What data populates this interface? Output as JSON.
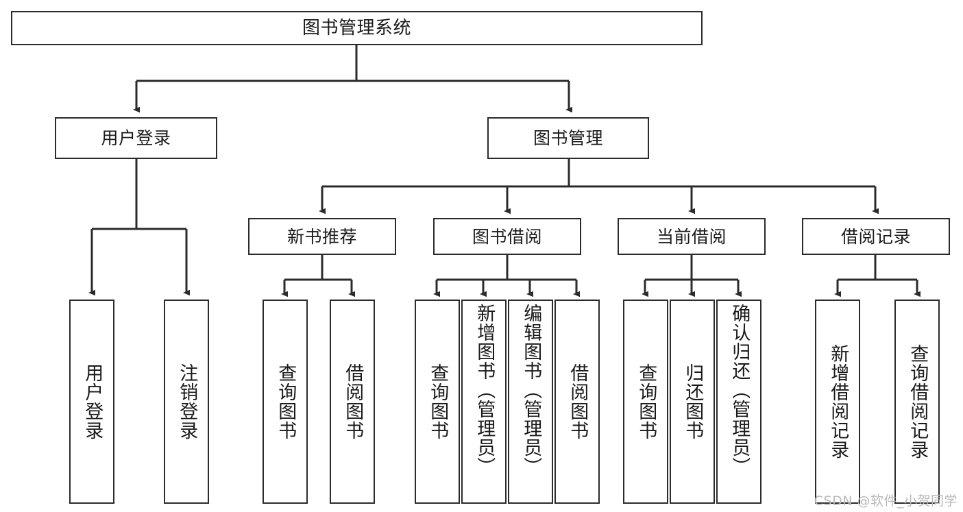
{
  "diagram": {
    "title": "图书管理系统",
    "type": "tree-hierarchy",
    "root": {
      "id": "root",
      "label": "图书管理系统"
    },
    "level2": [
      {
        "id": "user-login",
        "label": "用户登录"
      },
      {
        "id": "book-manage",
        "label": "图书管理"
      }
    ],
    "level3": [
      {
        "id": "new-book-recommend",
        "label": "新书推荐",
        "parent": "book-manage"
      },
      {
        "id": "book-borrow",
        "label": "图书借阅",
        "parent": "book-manage"
      },
      {
        "id": "current-borrow",
        "label": "当前借阅",
        "parent": "book-manage"
      },
      {
        "id": "borrow-record",
        "label": "借阅记录",
        "parent": "book-manage"
      }
    ],
    "leaves": [
      {
        "id": "leaf-user-login",
        "label": "用户登录",
        "parent": "user-login"
      },
      {
        "id": "leaf-logout-login",
        "label": "注销登录",
        "parent": "user-login"
      },
      {
        "id": "leaf-query-book-1",
        "label": "查询图书",
        "parent": "new-book-recommend"
      },
      {
        "id": "leaf-borrow-book-1",
        "label": "借阅图书",
        "parent": "new-book-recommend"
      },
      {
        "id": "leaf-query-book-2",
        "label": "查询图书",
        "parent": "book-borrow"
      },
      {
        "id": "leaf-add-book",
        "label": "新增图书（管理员）",
        "parent": "book-borrow"
      },
      {
        "id": "leaf-edit-book",
        "label": "编辑图书（管理员）",
        "parent": "book-borrow"
      },
      {
        "id": "leaf-borrow-book-2",
        "label": "借阅图书",
        "parent": "book-borrow"
      },
      {
        "id": "leaf-query-book-3",
        "label": "查询图书",
        "parent": "current-borrow"
      },
      {
        "id": "leaf-return-book",
        "label": "归还图书",
        "parent": "current-borrow"
      },
      {
        "id": "leaf-confirm-return",
        "label": "确认归还（管理员）",
        "parent": "current-borrow"
      },
      {
        "id": "leaf-add-record",
        "label": "新增借阅记录",
        "parent": "borrow-record"
      },
      {
        "id": "leaf-query-record",
        "label": "查询借阅记录",
        "parent": "borrow-record"
      }
    ],
    "watermark": "CSDN @软件_小贺同学",
    "colors": {
      "stroke": "#2b2b2b",
      "fill": "#ffffff",
      "text": "#1a1a1a",
      "watermark": "#b9b9b9"
    }
  }
}
